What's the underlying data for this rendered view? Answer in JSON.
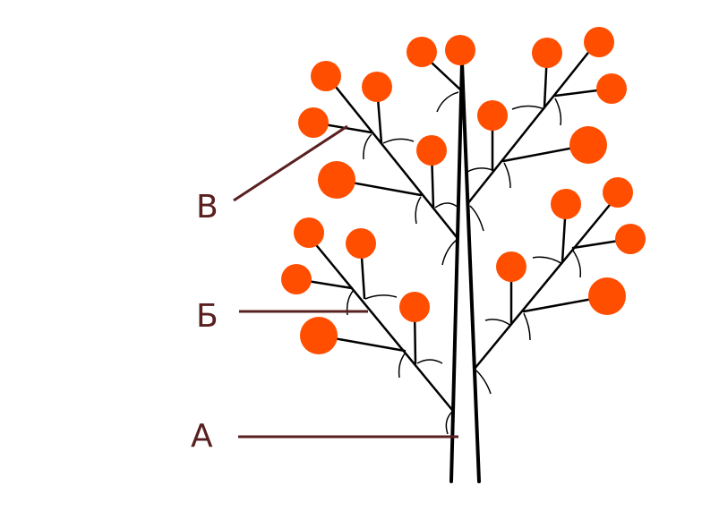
{
  "labels": {
    "v": "В",
    "b": "Б",
    "a": "А"
  },
  "colors": {
    "flower": "#ff4e00",
    "stem": "#000000",
    "pointer": "#5a2020"
  }
}
